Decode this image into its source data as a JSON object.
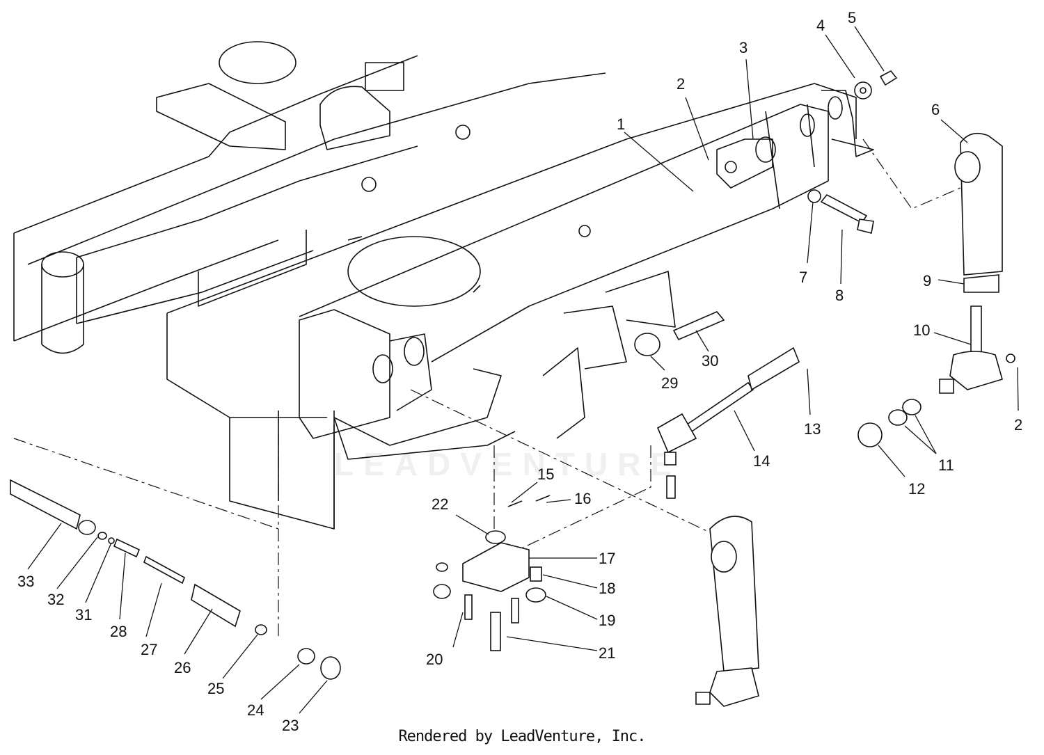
{
  "callouts": [
    {
      "n": "1"
    },
    {
      "n": "2"
    },
    {
      "n": "3"
    },
    {
      "n": "4"
    },
    {
      "n": "5"
    },
    {
      "n": "6"
    },
    {
      "n": "7"
    },
    {
      "n": "8"
    },
    {
      "n": "9"
    },
    {
      "n": "10"
    },
    {
      "n": "2"
    },
    {
      "n": "11"
    },
    {
      "n": "12"
    },
    {
      "n": "13"
    },
    {
      "n": "14"
    },
    {
      "n": "15"
    },
    {
      "n": "16"
    },
    {
      "n": "17"
    },
    {
      "n": "18"
    },
    {
      "n": "19"
    },
    {
      "n": "20"
    },
    {
      "n": "21"
    },
    {
      "n": "22"
    },
    {
      "n": "23"
    },
    {
      "n": "24"
    },
    {
      "n": "25"
    },
    {
      "n": "26"
    },
    {
      "n": "27"
    },
    {
      "n": "28"
    },
    {
      "n": "29"
    },
    {
      "n": "30"
    },
    {
      "n": "31"
    },
    {
      "n": "32"
    },
    {
      "n": "33"
    }
  ],
  "footer": "Rendered by LeadVenture, Inc.",
  "watermark": "LEADVENTURE",
  "colors": {
    "line": "#111111",
    "background": "#ffffff"
  }
}
